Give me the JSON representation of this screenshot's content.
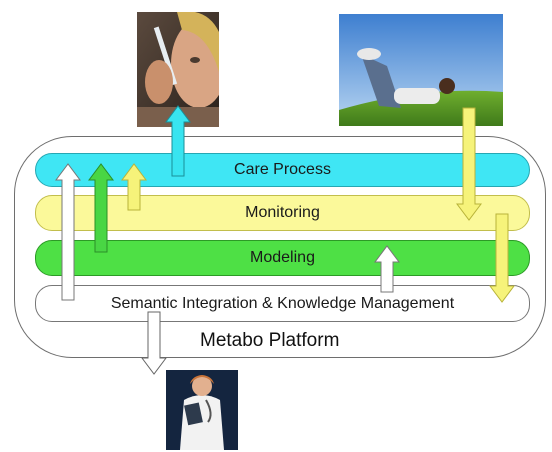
{
  "layers": [
    {
      "key": "care",
      "label": "Care Process",
      "color": "#3fe6f4"
    },
    {
      "key": "monitoring",
      "label": "Monitoring",
      "color": "#fbf99a"
    },
    {
      "key": "modeling",
      "label": "Modeling",
      "color": "#4ee045"
    },
    {
      "key": "semantic",
      "label": "Semantic Integration & Knowledge Management",
      "color": "#ffffff"
    }
  ],
  "platform": {
    "label": "Metabo Platform"
  },
  "icons": {
    "top_left_photo": "nurse-with-syringe-photo",
    "top_right_photo": "person-lying-on-grass-photo",
    "bottom_photo": "doctor-with-clipboard-photo"
  },
  "colors": {
    "arrow_cyan": "#38e4f0",
    "arrow_green": "#49d644",
    "arrow_yellow": "#f6f37a",
    "arrow_white": "#ffffff",
    "outline": "#6e6e6e"
  }
}
